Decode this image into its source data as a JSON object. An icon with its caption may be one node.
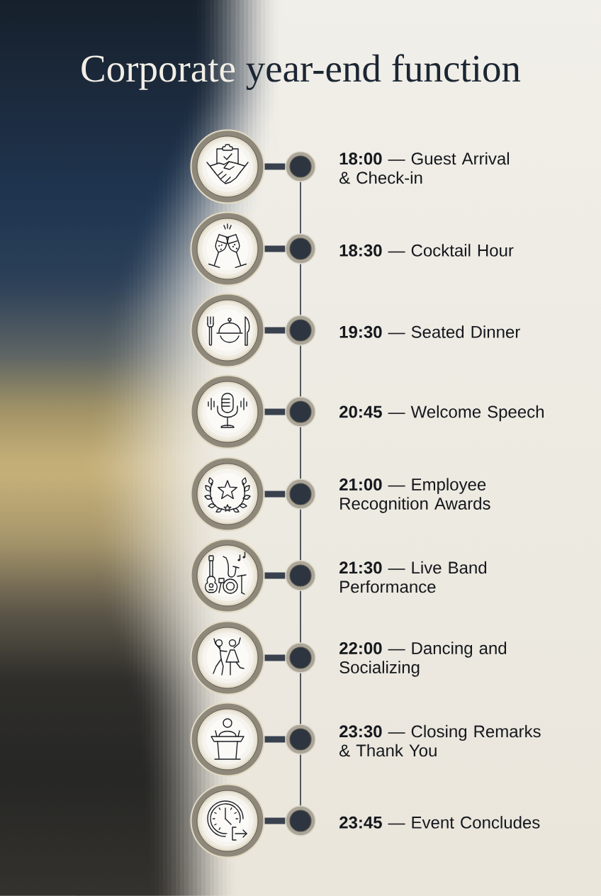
{
  "diagram": {
    "title": "Corporate year-end function",
    "nodes": [
      {
        "text": [],
        "shape": "circle"
      },
      {
        "text": [],
        "shape": "circle",
        "beside": [
          "**18:00** — Guest Arrival & Check-in"
        ]
      },
      {
        "text": [],
        "shape": "circle"
      },
      {
        "text": [],
        "shape": "circle",
        "beside": [
          "**18:30** — Cocktail Hour"
        ]
      },
      {
        "text": [],
        "shape": "circle"
      },
      {
        "text": [],
        "shape": "circle",
        "beside": [
          "**19:30** — Seated Dinner"
        ]
      },
      {
        "text": [],
        "shape": "circle"
      },
      {
        "text": [],
        "shape": "circle",
        "beside": [
          "**20:45** — Welcome Speech"
        ]
      },
      {
        "text": [],
        "shape": "circle"
      },
      {
        "text": [],
        "shape": "circle",
        "beside": [
          "**21:00** — Employee Recognition Awards"
        ]
      },
      {
        "text": [],
        "shape": "circle"
      },
      {
        "text": [],
        "shape": "circle",
        "beside": [
          "**21:30** — Live Band Performance"
        ]
      },
      {
        "text": [],
        "shape": "circle"
      },
      {
        "text": [],
        "shape": "circle",
        "beside": [
          "**22:00** — Dancing and Socializing"
        ]
      },
      {
        "text": [],
        "shape": "circle"
      },
      {
        "text": [],
        "shape": "circle",
        "beside": [
          "**23:30** — Closing Remarks & Thank You"
        ]
      },
      {
        "text": [],
        "shape": "circle"
      },
      {
        "text": [],
        "shape": "circle",
        "beside": [
          "**23:45** — Event Concludes"
        ]
      }
    ],
    "edges": [
      {
        "from": 0,
        "to": 1,
        "arrow": "none"
      },
      {
        "from": 2,
        "to": 3,
        "arrow": "none"
      },
      {
        "from": 4,
        "to": 5,
        "arrow": "none"
      },
      {
        "from": 6,
        "to": 7,
        "arrow": "none"
      },
      {
        "from": 8,
        "to": 9,
        "arrow": "none"
      },
      {
        "from": 10,
        "to": 11,
        "arrow": "none"
      },
      {
        "from": 12,
        "to": 13,
        "arrow": "none"
      },
      {
        "from": 14,
        "to": 15,
        "arrow": "none"
      },
      {
        "from": 16,
        "to": 17,
        "arrow": "none"
      },
      {
        "from": 1,
        "to": 3,
        "arrow": "none"
      },
      {
        "from": 3,
        "to": 5,
        "arrow": "none"
      },
      {
        "from": 5,
        "to": 7,
        "arrow": "none"
      },
      {
        "from": 7,
        "to": 9,
        "arrow": "none"
      },
      {
        "from": 9,
        "to": 11,
        "arrow": "none"
      },
      {
        "from": 11,
        "to": 13,
        "arrow": "none"
      },
      {
        "from": 13,
        "to": 15,
        "arrow": "none"
      },
      {
        "from": 15,
        "to": 17,
        "arrow": "none"
      }
    ]
  }
}
